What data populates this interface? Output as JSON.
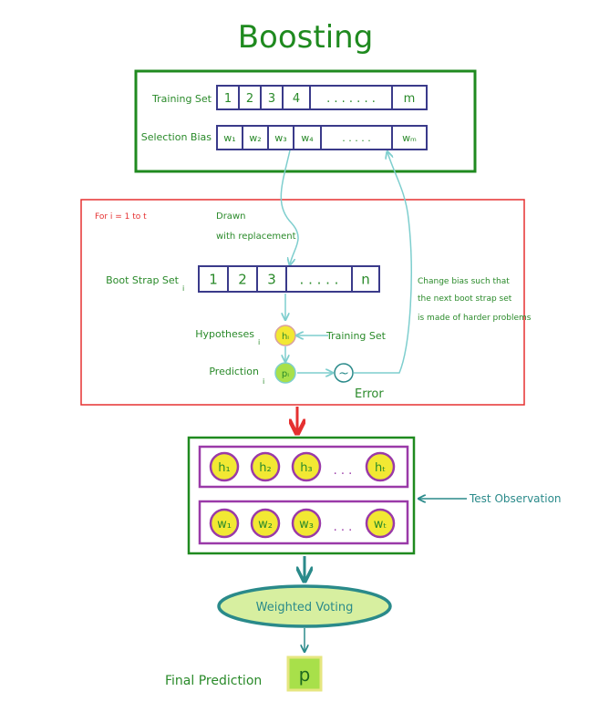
{
  "title": "Boosting",
  "colors": {
    "green": "#1f8a1f",
    "text_green": "#2a8a2a",
    "navy": "#3a3a8a",
    "red": "#e53030",
    "teal": "#2a8a8a",
    "light_teal": "#7ecece",
    "purple": "#9a3aa8",
    "yellow": "#f2e833",
    "light_green": "#a8e04a",
    "swirl_green": "#b8e05a"
  },
  "top_box": {
    "training_label": "Training Set",
    "training_cells": [
      "1",
      "2",
      "3",
      "4",
      ". . . . . . .",
      "m"
    ],
    "bias_label": "Selection Bias",
    "bias_cells": [
      "w₁",
      "w₂",
      "w₃",
      "w₄",
      ". . . . .",
      "wₘ"
    ]
  },
  "loop_box": {
    "loop_label": "For i = 1 to t",
    "drawn_line1": "Drawn",
    "drawn_line2": "with replacement",
    "bootstrap_label": "Boot Strap Set",
    "bootstrap_sub": "i",
    "bootstrap_cells": [
      "1",
      "2",
      "3",
      ". . . . .",
      "n"
    ],
    "hypotheses_label": "Hypotheses",
    "hypotheses_sub": "i",
    "h_node": "hᵢ",
    "training_set_label": "Training Set",
    "prediction_label": "Prediction",
    "prediction_sub": "i",
    "p_node": "pᵢ",
    "error_symbol": "~",
    "error_label": "Error",
    "change_line1": "Change bias  such that",
    "change_line2": "the next boot strap set",
    "change_line3": "is made of harder problems"
  },
  "ensemble": {
    "h_nodes": [
      "h₁",
      "h₂",
      "h₃",
      "hₜ"
    ],
    "w_nodes": [
      "w₁",
      "w₂",
      "w₃",
      "wₜ"
    ],
    "dots": ". . .",
    "test_label": "Test Observation"
  },
  "voting_label": "Weighted Voting",
  "final_label": "Final Prediction",
  "final_node": "p"
}
